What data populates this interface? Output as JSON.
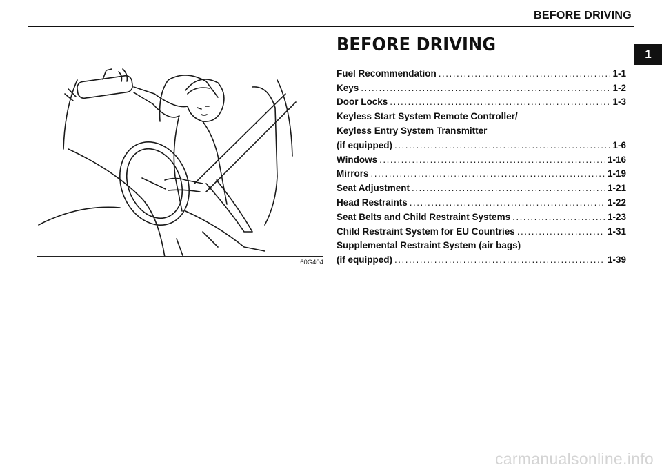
{
  "header": {
    "running_title": "BEFORE DRIVING",
    "chapter_tab": "1"
  },
  "section": {
    "title": "BEFORE DRIVING"
  },
  "figure": {
    "code": "60G404",
    "description_icon": "driver-adjusting-mirror-illustration"
  },
  "toc": {
    "entries": [
      {
        "title": "Fuel Recommendation",
        "page": "1-1"
      },
      {
        "title": "Keys",
        "page": "1-2"
      },
      {
        "title": "Door Locks",
        "page": "1-3"
      },
      {
        "title": "Keyless Start System Remote Controller/",
        "page": ""
      },
      {
        "title": "Keyless Entry System Transmitter",
        "page": ""
      },
      {
        "title": "(if equipped)",
        "page": "1-6"
      },
      {
        "title": "Windows",
        "page": "1-16"
      },
      {
        "title": "Mirrors",
        "page": "1-19"
      },
      {
        "title": "Seat Adjustment",
        "page": "1-21"
      },
      {
        "title": "Head Restraints",
        "page": "1-22"
      },
      {
        "title": "Seat Belts and Child Restraint Systems",
        "page": "1-23"
      },
      {
        "title": "Child Restraint System for EU Countries",
        "page": "1-31"
      },
      {
        "title": "Supplemental Restraint System (air bags)",
        "page": ""
      },
      {
        "title": "(if equipped)",
        "page": "1-39"
      }
    ]
  },
  "footer": {
    "watermark": "carmanualsonline.info"
  }
}
